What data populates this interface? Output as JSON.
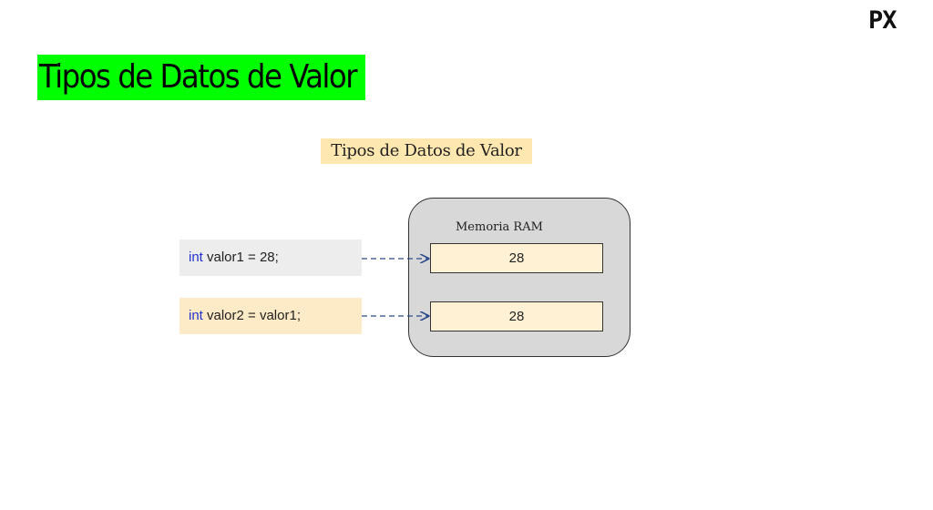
{
  "logo": "PX",
  "slide_title": "Tipos de Datos de Valor",
  "diagram": {
    "title": "Tipos de Datos de Valor",
    "code_lines": [
      {
        "keyword": "int",
        "rest": " valor1 = 28;"
      },
      {
        "keyword": "int",
        "rest": " valor2 = valor1;"
      }
    ],
    "memory_label": "Memoria RAM",
    "memory_cells": [
      "28",
      "28"
    ]
  },
  "colors": {
    "title_highlight": "#00ff00",
    "diagram_title_bg": "#ffe8b0",
    "keyword": "#2233cc",
    "arrow": "#2a4a8a"
  }
}
